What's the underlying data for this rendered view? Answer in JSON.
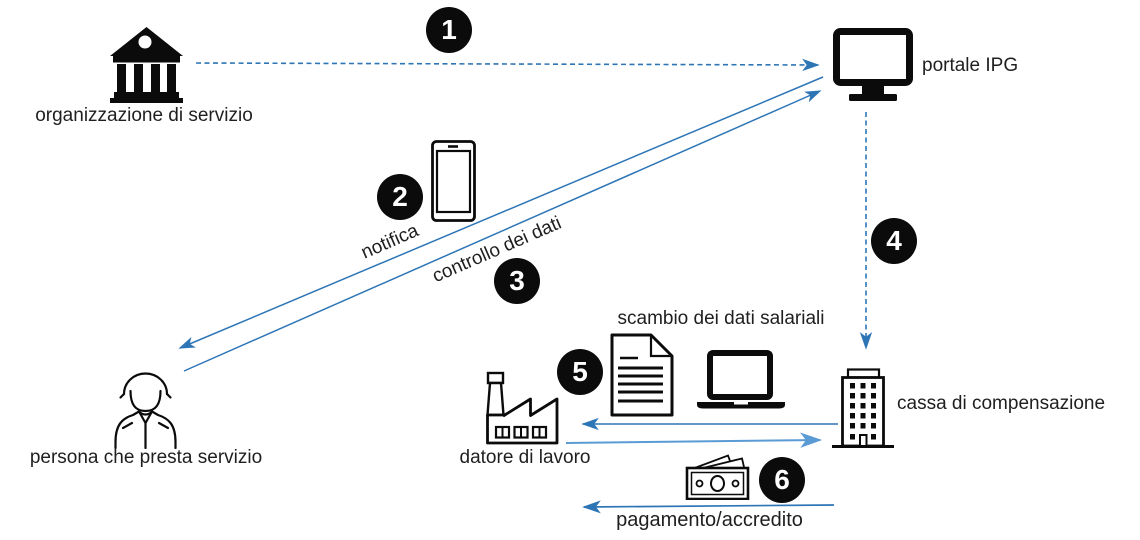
{
  "diagram": {
    "nodes": {
      "organizzazione": {
        "label": "organizzazione di servizio",
        "icon": "bank-icon"
      },
      "portale": {
        "label": "portale IPG",
        "icon": "monitor-icon"
      },
      "persona": {
        "label": "persona che presta servizio",
        "icon": "soldier-icon"
      },
      "datore": {
        "label": "datore di lavoro",
        "icon": "factory-icon"
      },
      "cassa": {
        "label": "cassa di compensazione",
        "icon": "office-building-icon"
      }
    },
    "steps": {
      "1": {
        "number": "1"
      },
      "2": {
        "number": "2",
        "label": "notifica"
      },
      "3": {
        "number": "3",
        "label": "controllo dei dati"
      },
      "4": {
        "number": "4"
      },
      "5": {
        "number": "5",
        "label": "scambio dei dati salariali"
      },
      "6": {
        "number": "6",
        "label": "pagamento/accredito"
      }
    },
    "extra_icons": [
      "smartphone-icon",
      "document-icon",
      "laptop-icon",
      "banknote-icon"
    ],
    "colors": {
      "arrow": "#2E75B6",
      "arrow_light": "#5B9BD5",
      "badge_bg": "#0b0b0b",
      "badge_text": "#ffffff",
      "text": "#1f1f1f"
    }
  }
}
